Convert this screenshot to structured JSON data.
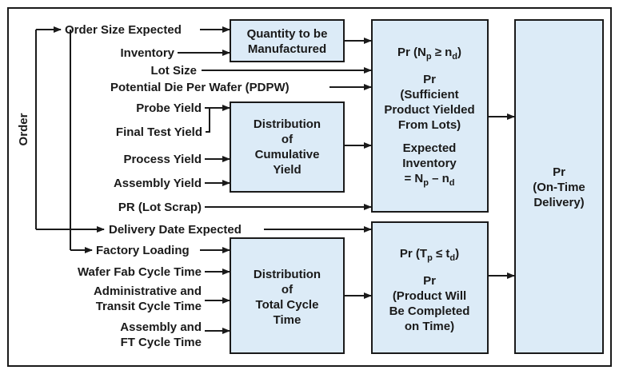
{
  "colors": {
    "box_fill": "#dcebf7",
    "line": "#1a1a1a",
    "background": "#ffffff"
  },
  "left_label": "Order",
  "inputs": {
    "order_size": "Order Size Expected",
    "inventory": "Inventory",
    "lot_size": "Lot Size",
    "pdpw": "Potential Die Per Wafer (PDPW)",
    "probe_yield": "Probe Yield",
    "final_test_yield": "Final Test Yield",
    "process_yield": "Process Yield",
    "assembly_yield": "Assembly Yield",
    "lot_scrap": "PR (Lot Scrap)",
    "delivery_date": "Delivery Date Expected",
    "factory_loading": "Factory Loading",
    "wafer_fab": "Wafer Fab Cycle Time",
    "admin_l1": "Administrative and",
    "admin_l2": "Transit Cycle Time",
    "assembly_ft_l1": "Assembly and",
    "assembly_ft_l2": "FT Cycle Time"
  },
  "boxes": {
    "quantity": {
      "l1": "Quantity to be",
      "l2": "Manufactured"
    },
    "yield": {
      "l1": "Distribution",
      "l2": "of",
      "l3": "Cumulative",
      "l4": "Yield"
    },
    "cycle": {
      "l1": "Distribution",
      "l2": "of",
      "l3": "Total Cycle",
      "l4": "Time"
    },
    "product": {
      "pr_head": "Pr (",
      "n_p": "N",
      "n_p_sub": "p",
      "ge": " ≥ n",
      "n_d_sub": "d",
      "close": ")",
      "pr": "Pr",
      "s1": "(Sufficient",
      "s2": "Product Yielded",
      "s3": "From Lots)",
      "e1": "Expected",
      "e2": "Inventory",
      "e3_a": "= N",
      "e3_sub_p": "p",
      "e3_b": " – n",
      "e3_sub_d": "d"
    },
    "time": {
      "pr_head": "Pr (T",
      "t_sub": "p",
      "le": " ≤ t",
      "d_sub": "d",
      "close": ")",
      "pr": "Pr",
      "c1": "(Product Will",
      "c2": "Be Completed",
      "c3": "on Time)"
    },
    "ontime": {
      "l1": "Pr",
      "l2": "(On-Time",
      "l3": "Delivery)"
    }
  }
}
